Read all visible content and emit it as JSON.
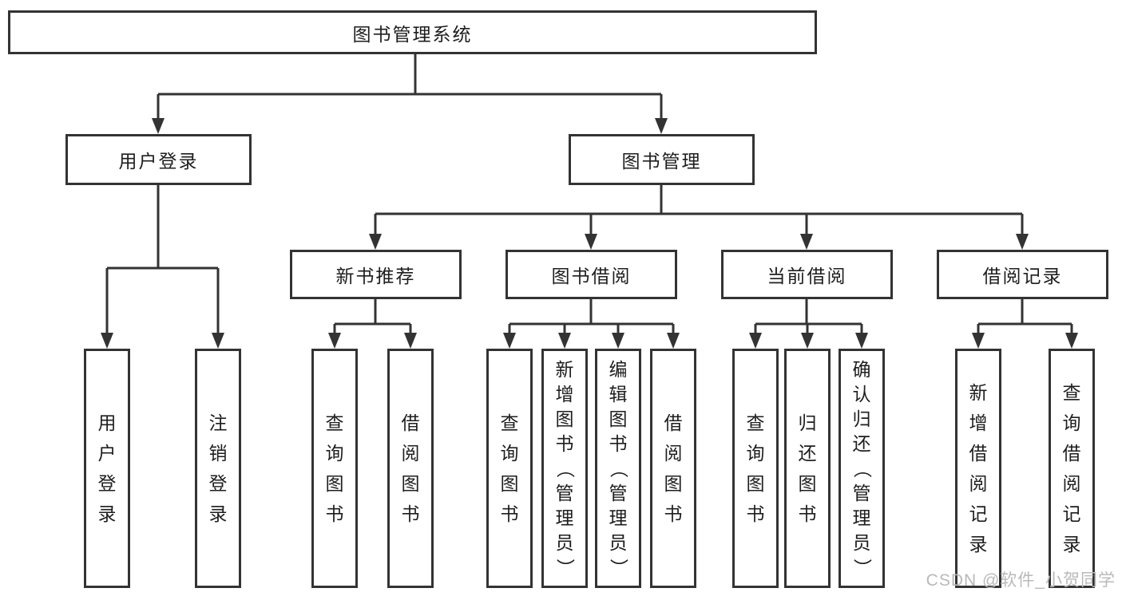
{
  "tree": {
    "root": {
      "label": "图书管理系统"
    },
    "children": [
      {
        "label": "用户登录",
        "children": [
          {
            "label": "用户登录"
          },
          {
            "label": "注销登录"
          }
        ]
      },
      {
        "label": "图书管理",
        "children": [
          {
            "label": "新书推荐",
            "children": [
              {
                "label": "查询图书"
              },
              {
                "label": "借阅图书"
              }
            ]
          },
          {
            "label": "图书借阅",
            "children": [
              {
                "label": "查询图书"
              },
              {
                "label": "新增图书（管理员）"
              },
              {
                "label": "编辑图书（管理员）"
              },
              {
                "label": "借阅图书"
              }
            ]
          },
          {
            "label": "当前借阅",
            "children": [
              {
                "label": "查询图书"
              },
              {
                "label": "归还图书"
              },
              {
                "label": "确认归还（管理员）"
              }
            ]
          },
          {
            "label": "借阅记录",
            "children": [
              {
                "label": "新增借阅记录"
              },
              {
                "label": "查询借阅记录"
              }
            ]
          }
        ]
      }
    ]
  },
  "watermark": {
    "text": "CSDN @软件_小贺同学"
  },
  "colors": {
    "line": "#333333",
    "text": "#1e1e1e",
    "watermark": "#b9b9b9",
    "background": "#ffffff"
  }
}
